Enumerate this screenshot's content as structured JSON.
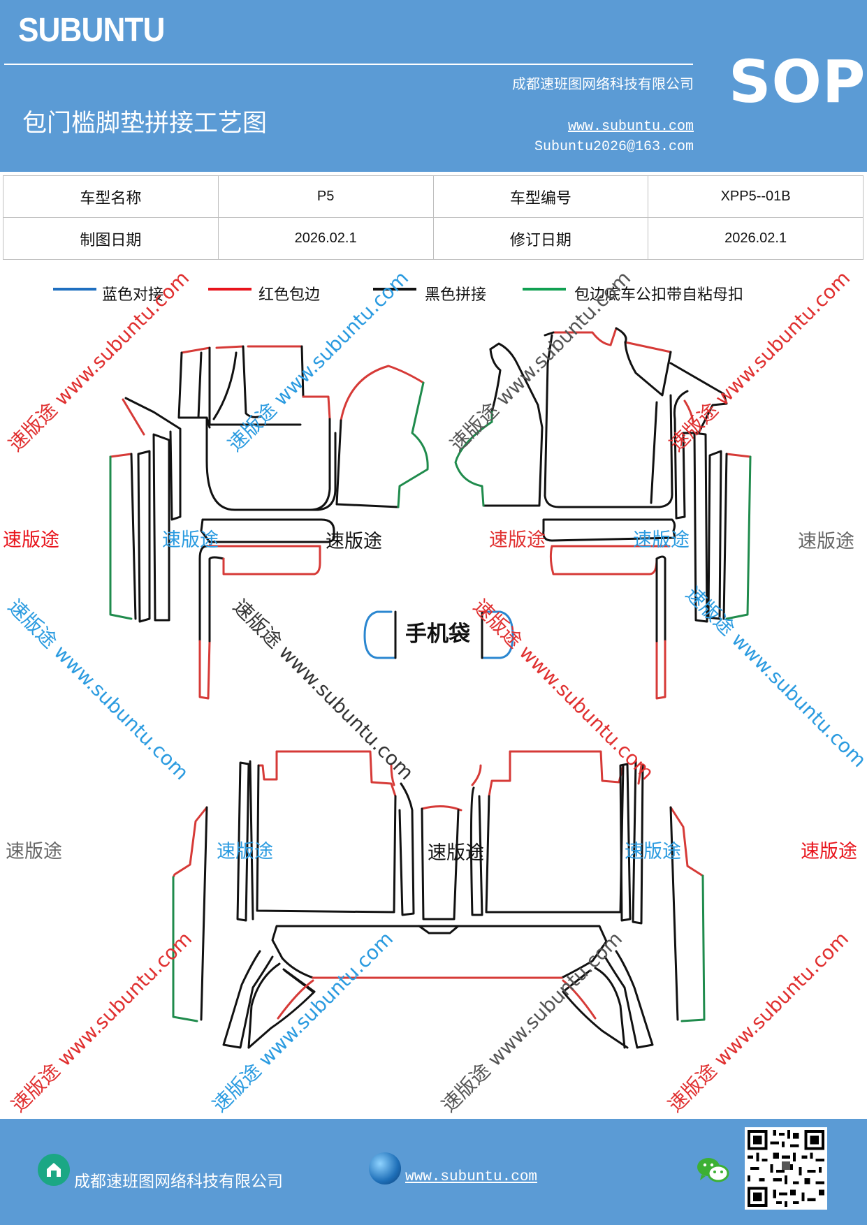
{
  "header": {
    "brand": "SUBUNTU",
    "company": "成都速班图网络科技有限公司",
    "title": "包门槛脚垫拼接工艺图",
    "website": "www.subuntu.com",
    "email": "Subuntu2026@163.com",
    "badge": "SOP"
  },
  "info_table": {
    "rows": [
      [
        {
          "text": "车型名称",
          "kind": "label"
        },
        {
          "text": "P5",
          "kind": "value"
        },
        {
          "text": "车型编号",
          "kind": "label"
        },
        {
          "text": "XPP5--01B",
          "kind": "value"
        }
      ],
      [
        {
          "text": "制图日期",
          "kind": "label"
        },
        {
          "text": "2026.02.1",
          "kind": "value"
        },
        {
          "text": "修订日期",
          "kind": "label"
        },
        {
          "text": "2026.02.1",
          "kind": "value"
        }
      ]
    ]
  },
  "legend": [
    {
      "label": "蓝色对接",
      "color": "#1f6fc0"
    },
    {
      "label": "红色包边",
      "color": "#e8141c"
    },
    {
      "label": "黑色拼接",
      "color": "#111111"
    },
    {
      "label": "包边底车公扣带自粘母扣",
      "color": "#11a052"
    }
  ],
  "colors": {
    "header_bg": "#5b9bd5",
    "blue_edge": "#2b87d0",
    "red_edge": "#d63a37",
    "black_edge": "#111111",
    "green_edge": "#1f8b4c"
  },
  "diagram": {
    "phone_pocket_label": "手机袋"
  },
  "watermarks": {
    "brand_cn": "速版途",
    "diag_text": "速版途 www.subuntu.com",
    "diag_url": "www.subuntu.com"
  },
  "footer": {
    "company": "成都速班图网络科技有限公司",
    "website": "www.subuntu.com",
    "icons": [
      "home-icon",
      "globe-icon",
      "wechat-icon",
      "qr-code"
    ]
  }
}
